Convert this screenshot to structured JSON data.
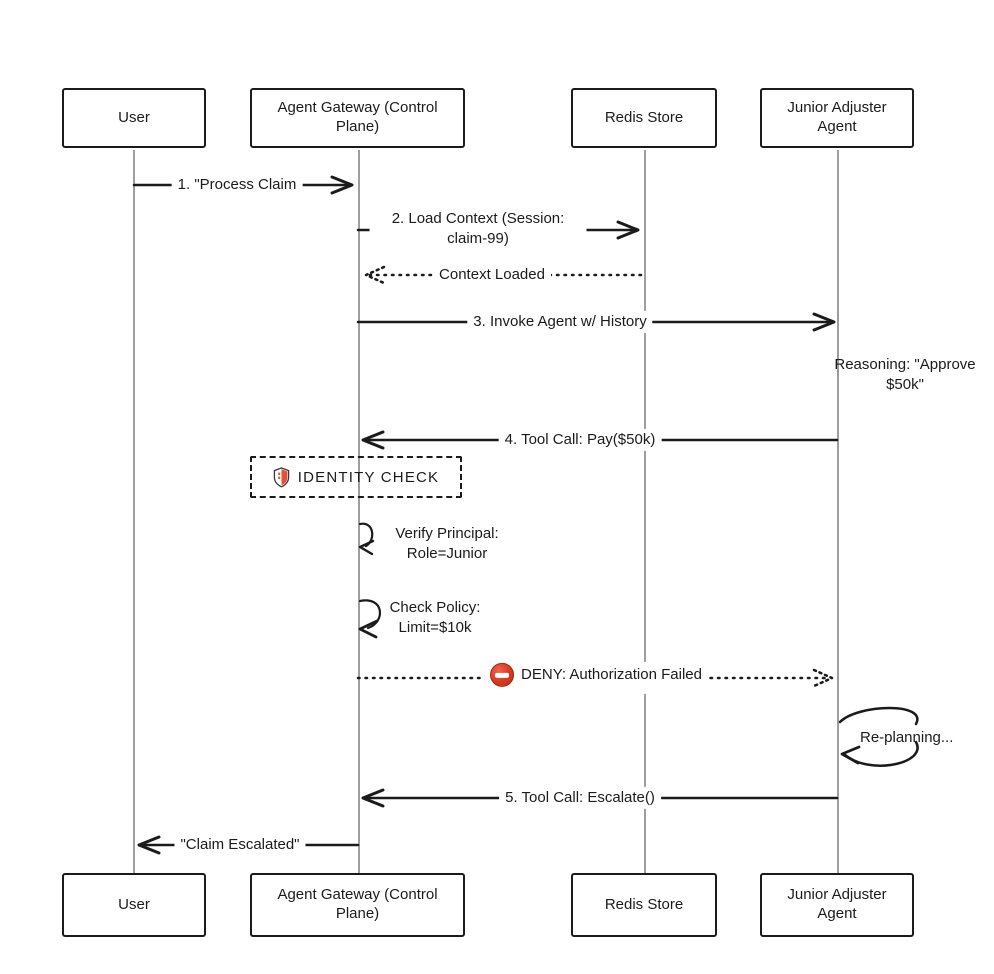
{
  "colors": {
    "ink": "#1b1b1b",
    "lifeline_gray": "#9e9e9e",
    "background": "#ffffff",
    "deny_red": "#d63a20",
    "shield_red": "#e25336"
  },
  "participants": {
    "user": "User",
    "gateway": "Agent Gateway (Control Plane)",
    "redis": "Redis Store",
    "adjuster": "Junior Adjuster Agent"
  },
  "messages": {
    "process_claim": "1. \"Process Claim",
    "load_context": "2. Load Context (Session: claim-99)",
    "context_loaded": "Context Loaded",
    "invoke_agent": "3. Invoke Agent w/ History",
    "reasoning_note": "Reasoning: \"Approve $50k\"",
    "tool_call_pay": "4. Tool Call: Pay($50k)",
    "identity_check": "IDENTITY CHECK",
    "verify_principal": "Verify Principal: Role=Junior",
    "check_policy": "Check Policy: Limit=$10k",
    "deny": "DENY: Authorization Failed",
    "replanning": "Re-planning...",
    "tool_call_escalate": "5. Tool Call: Escalate()",
    "claim_escalated": "\"Claim Escalated\""
  },
  "icons": {
    "identity_check": "shield-icon",
    "deny": "no-entry-icon"
  }
}
